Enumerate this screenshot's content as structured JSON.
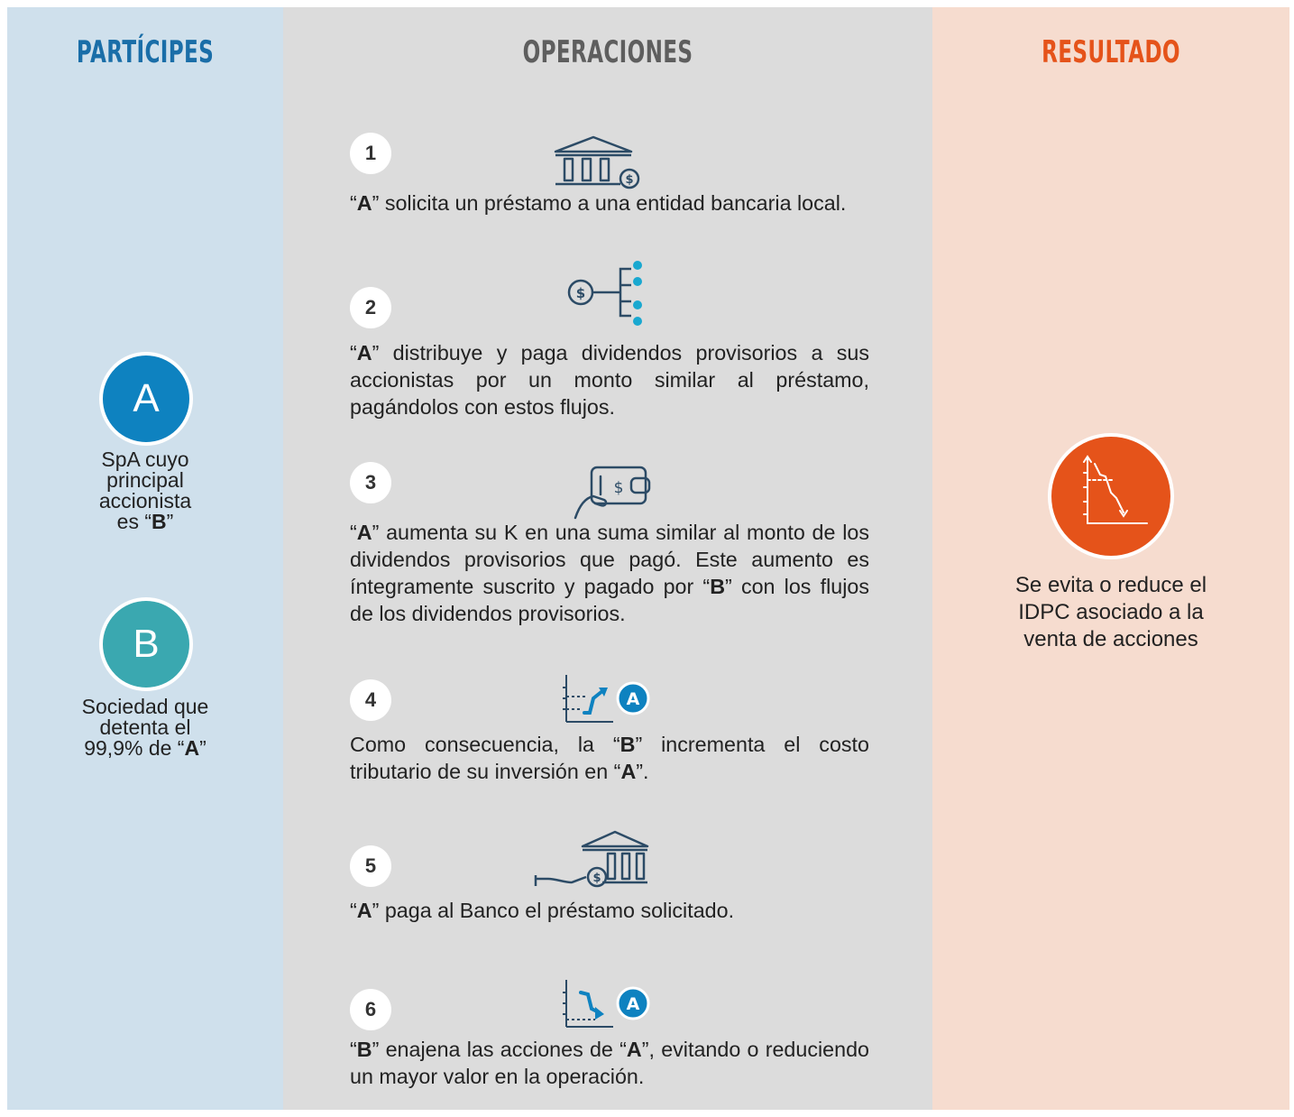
{
  "participants": {
    "title": "PARTÍCIPES",
    "a": {
      "letter": "A",
      "lines": [
        "SpA cuyo",
        "principal",
        "accionista"
      ],
      "last_pre": "es “",
      "last_bold": "B",
      "last_post": "”",
      "color": "#0e82c0"
    },
    "b": {
      "letter": "B",
      "lines": [
        "Sociedad que",
        "detenta el"
      ],
      "last_pre": "99,9% de “",
      "last_bold": "A",
      "last_post": "”",
      "color": "#3aa8b0"
    }
  },
  "operations": {
    "title": "OPERACIONES",
    "steps": [
      {
        "number": "1",
        "icon": "bank-coin-icon",
        "segments": [
          {
            "t": "“"
          },
          {
            "t": "A",
            "b": true
          },
          {
            "t": "” solicita un préstamo a una entidad bancaria local."
          }
        ]
      },
      {
        "number": "2",
        "icon": "dividend-distribution-icon",
        "segments": [
          {
            "t": "“"
          },
          {
            "t": "A",
            "b": true
          },
          {
            "t": "” distribuye y paga dividendos provisorios a sus accionistas por un monto similar al préstamo, pagándolos con estos flujos."
          }
        ]
      },
      {
        "number": "3",
        "icon": "wallet-payment-icon",
        "segments": [
          {
            "t": "“"
          },
          {
            "t": "A",
            "b": true
          },
          {
            "t": "” aumenta su K en una suma similar al monto de los dividendos provisorios que pagó. Este aumento es íntegramente suscrito y pagado por “"
          },
          {
            "t": "B",
            "b": true
          },
          {
            "t": "” con los flujos de los dividendos provisorios."
          }
        ]
      },
      {
        "number": "4",
        "icon": "increase-chart-icon",
        "badge": "A",
        "segments": [
          {
            "t": "Como consecuencia, la “"
          },
          {
            "t": "B",
            "b": true
          },
          {
            "t": "” incrementa el costo tributario de su inversión en “"
          },
          {
            "t": "A",
            "b": true
          },
          {
            "t": "”."
          }
        ]
      },
      {
        "number": "5",
        "icon": "bank-repayment-icon",
        "segments": [
          {
            "t": "“"
          },
          {
            "t": "A",
            "b": true
          },
          {
            "t": "” paga al Banco el préstamo solicitado."
          }
        ]
      },
      {
        "number": "6",
        "icon": "decrease-chart-icon",
        "badge": "A",
        "segments": [
          {
            "t": "“"
          },
          {
            "t": "B",
            "b": true
          },
          {
            "t": "” enajena las acciones de “"
          },
          {
            "t": "A",
            "b": true
          },
          {
            "t": "”, evitando o reduciendo un mayor valor en la operación."
          }
        ]
      }
    ]
  },
  "result": {
    "title": "RESULTADO",
    "icon": "decline-chart-icon",
    "text_lines": [
      "Se evita o reduce el",
      "IDPC asociado a la",
      "venta de acciones"
    ]
  }
}
